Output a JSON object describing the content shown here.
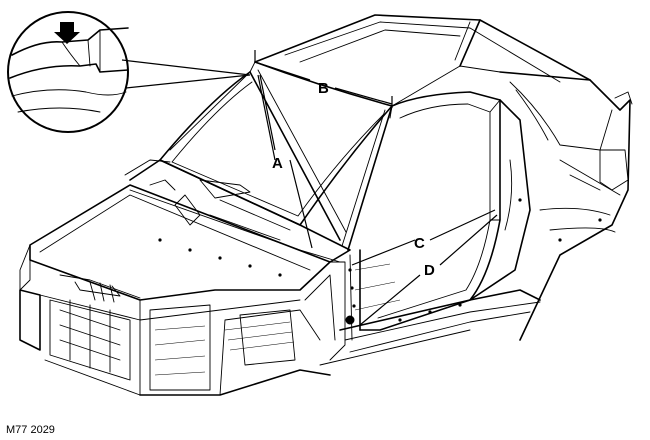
{
  "figure": {
    "reference_code": "M77 2029",
    "callouts": {
      "a": "A",
      "b": "B",
      "c": "C",
      "d": "D"
    }
  }
}
